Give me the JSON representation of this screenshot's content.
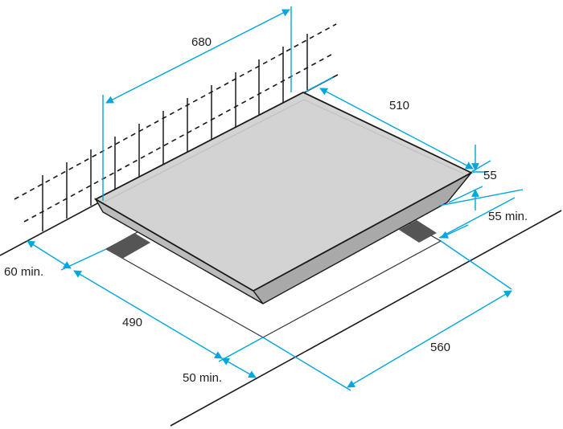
{
  "dimensions": {
    "width": "680",
    "depth": "510",
    "thickness": "55",
    "rear_clearance": "55 min.",
    "left_clearance": "60 min.",
    "cutout_depth": "490",
    "cutout_width": "560",
    "front_clearance": "50 min."
  },
  "colors": {
    "dimension_line": "#00a6de",
    "hob_surface": "#d3d3d3",
    "hob_edge": "#1a1a1a",
    "support_pad": "#555555"
  }
}
